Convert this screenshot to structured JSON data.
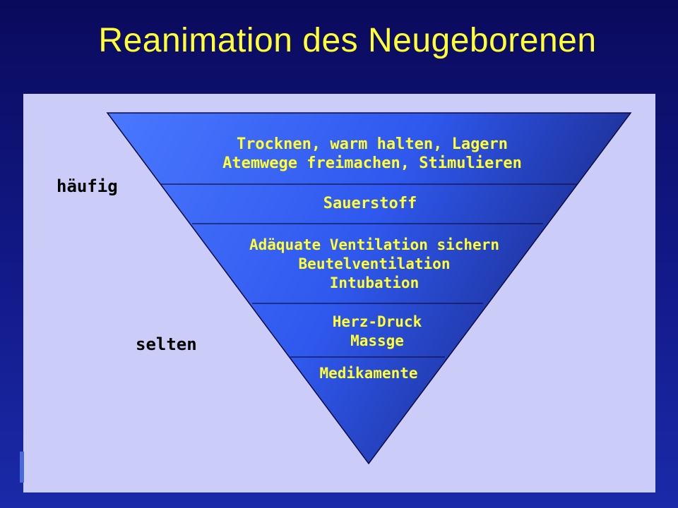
{
  "title": "Reanimation des Neugeborenen",
  "labels": {
    "frequent": "häufig",
    "rare": "selten"
  },
  "tiers": [
    {
      "lines": [
        "Trocknen, warm halten, Lagern",
        " Atemwege freimachen, Stimulieren"
      ]
    },
    {
      "lines": [
        "Sauerstoff"
      ]
    },
    {
      "lines": [
        "Adäquate Ventilation sichern",
        "Beutelventilation",
        "Intubation"
      ]
    },
    {
      "lines": [
        "Herz-Druck",
        "Massge"
      ]
    },
    {
      "lines": [
        "Medikamente"
      ]
    }
  ],
  "colors": {
    "background": "#0a0a5c",
    "panel": "#ccccf8",
    "pyramid_light": "#3f6cff",
    "pyramid_dark": "#1a2a8a",
    "text_highlight": "#ffff33"
  }
}
